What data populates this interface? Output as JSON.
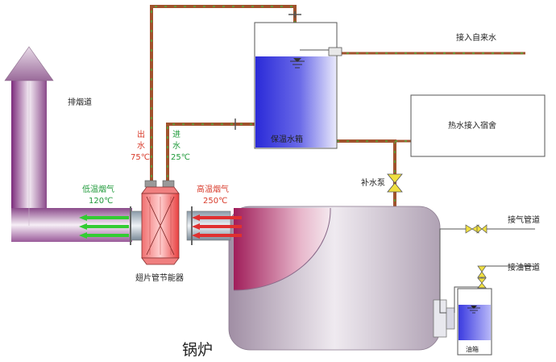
{
  "labels": {
    "tap_water": "接入自来水",
    "hot_water_dorm": "热水接入宿舍",
    "water_tank": "保温水箱",
    "exhaust_duct": "排烟道",
    "water_out_word": "出",
    "water_out_word2": "水",
    "water_out_temp": "75℃",
    "water_in_word": "进",
    "water_in_word2": "水",
    "water_in_temp": "25℃",
    "low_temp_flue": "低温烟气",
    "low_temp_value": "120℃",
    "high_temp_flue": "高温烟气",
    "high_temp_value": "250℃",
    "makeup_pump": "补水泵",
    "gas_pipe": "接气管道",
    "oil_pipe": "接油管道",
    "economizer": "翅片管节能器",
    "boiler": "锅炉",
    "oil_tank": "油箱"
  },
  "colors": {
    "pipe_brown": "#a0522d",
    "pipe_green_dash": "#3fbf3f",
    "flue_purple": "#8a3a8a",
    "hot_red": "#e0304a",
    "water_blue": "#3030d8",
    "arrow_green": "#33cc33",
    "arrow_red": "#e03030"
  }
}
